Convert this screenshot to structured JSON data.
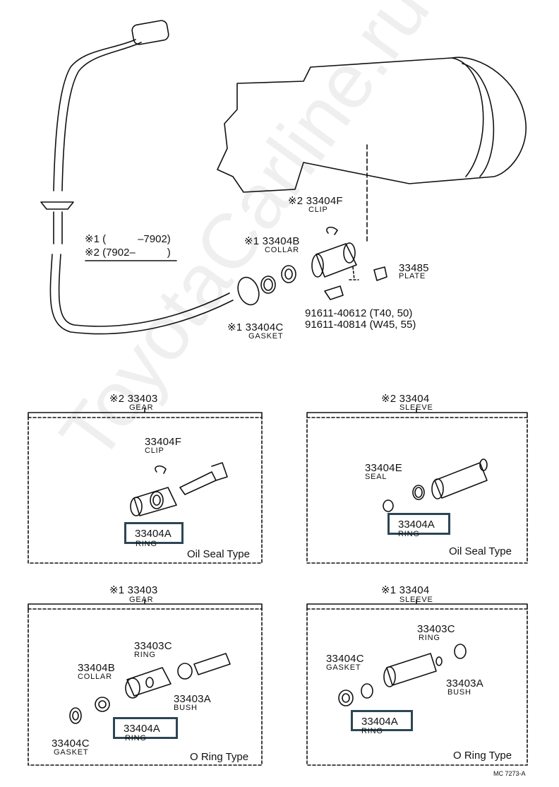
{
  "watermark": "ToyotaCarline.ru",
  "legend": {
    "line1": "※1 (　　　–7902)",
    "line2": "※2 (7902–　　　)"
  },
  "main": {
    "clip_num": "※2 33404F",
    "clip_name": "CLIP",
    "collar_num": "※1 33404B",
    "collar_name": "COLLAR",
    "plate_num": "33485",
    "plate_name": "PLATE",
    "bolt_line1": "91611-40612 (T40, 50)",
    "bolt_line2": "91611-40814 (W45, 55)",
    "gasket_num": "※1 33404C",
    "gasket_name": "GASKET"
  },
  "box1": {
    "hdr_num": "※2 33403",
    "hdr_name": "GEAR",
    "clip_num": "33404F",
    "clip_name": "CLIP",
    "ring_num": "33404A",
    "ring_name": "RING",
    "type": "Oil Seal Type"
  },
  "box2": {
    "hdr_num": "※2 33404",
    "hdr_name": "SLEEVE",
    "seal_num": "33404E",
    "seal_name": "SEAL",
    "ring_num": "33404A",
    "ring_name": "RING",
    "type": "Oil Seal Type"
  },
  "box3": {
    "hdr_num": "※1 33403",
    "hdr_name": "GEAR",
    "oring_num": "33403C",
    "oring_name": "RING",
    "collar_num": "33404B",
    "collar_name": "COLLAR",
    "bush_num": "33403A",
    "bush_name": "BUSH",
    "gasket_num": "33404C",
    "gasket_name": "GASKET",
    "ring_num": "33404A",
    "ring_name": "RING",
    "type": "O Ring Type"
  },
  "box4": {
    "hdr_num": "※1 33404",
    "hdr_name": "SLEEVE",
    "oring_num": "33403C",
    "oring_name": "RING",
    "gasket_num": "33404C",
    "gasket_name": "GASKET",
    "bush_num": "33403A",
    "bush_name": "BUSH",
    "ring_num": "33404A",
    "ring_name": "RING",
    "type": "O Ring Type"
  },
  "code": "MC 7273-A",
  "colors": {
    "highlight": "#2c4654",
    "ink": "#111111"
  }
}
